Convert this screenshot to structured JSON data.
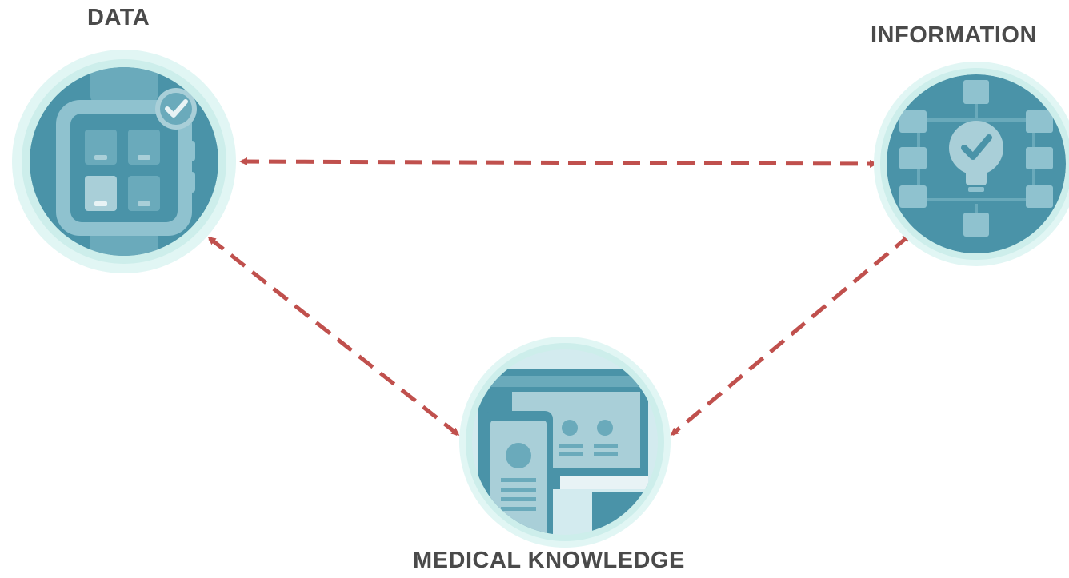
{
  "nodes": {
    "data": {
      "label": "DATA",
      "icon": "smartwatch-icon"
    },
    "information": {
      "label": "INFORMATION",
      "icon": "lightbulb-network-icon"
    },
    "medical_knowledge": {
      "label": "MEDICAL KNOWLEDGE",
      "icon": "devices-icon"
    }
  },
  "colors": {
    "arrow": "#c0504d",
    "circle_ring": "#d9f3f1",
    "circle_fill": "#4a93a8",
    "icon_light": "#a9cfd8",
    "icon_mid": "#6aaabb",
    "label": "#4a4a4a"
  },
  "connections": [
    {
      "from": "data",
      "to": "information",
      "style": "dashed",
      "arrowheads": "both"
    },
    {
      "from": "data",
      "to": "medical_knowledge",
      "style": "dashed",
      "arrowheads": "both"
    },
    {
      "from": "information",
      "to": "medical_knowledge",
      "style": "dashed",
      "arrowheads": "both"
    }
  ]
}
